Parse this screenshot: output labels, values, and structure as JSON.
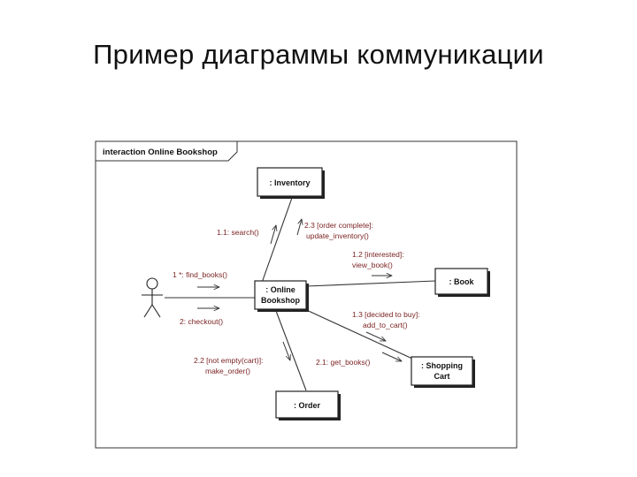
{
  "slide": {
    "title": "Пример диаграммы коммуникации"
  },
  "diagram": {
    "frame_label": "interaction Online Bookshop",
    "objects": {
      "inventory": ": Inventory",
      "online_bookshop": [
        ": Online",
        "Bookshop"
      ],
      "book": ": Book",
      "shopping_cart": [
        ": Shopping",
        "Cart"
      ],
      "order": ": Order"
    },
    "messages": {
      "m1_1": "1.1: search()",
      "m2_3": [
        "2.3 [order complete]:",
        "update_inventory()"
      ],
      "m1_2": [
        "1.2 [interested]:",
        "view_book()"
      ],
      "m1": "1 *: find_books()",
      "m2": "2: checkout()",
      "m1_3": [
        "1.3 [decided to buy]:",
        "add_to_cart()"
      ],
      "m2_2": [
        "2.2 [not empty(cart)]:",
        "make_order()"
      ],
      "m2_1": "2.1: get_books()"
    }
  }
}
